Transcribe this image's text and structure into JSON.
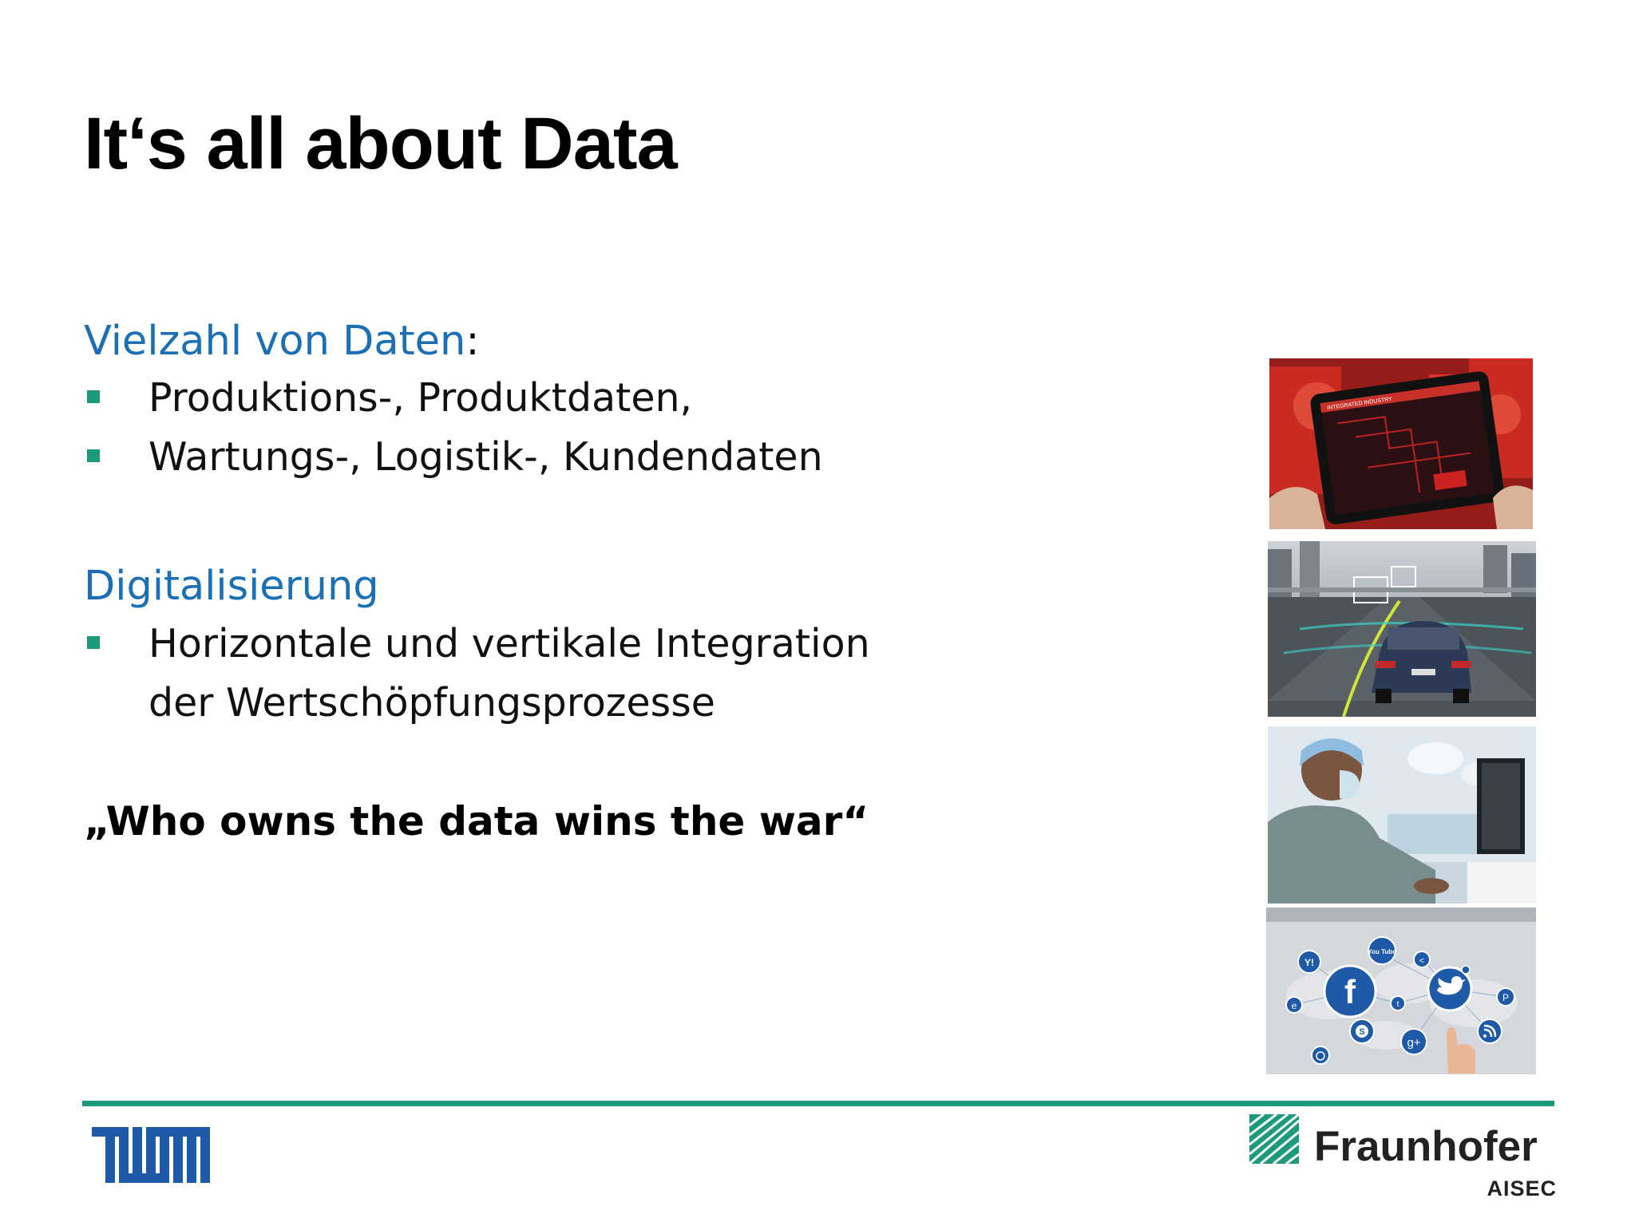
{
  "slide": {
    "title": "It‘s all about Data",
    "section1": {
      "heading": "Vielzahl von Daten",
      "colon": ":",
      "bullets": [
        "Produktions-,  Produktdaten,",
        "Wartungs-, Logistik-, Kundendaten"
      ]
    },
    "section2": {
      "heading": "Digitalisierung",
      "bullets": [
        "Horizontale und vertikale Integration",
        "der Wertschöpfungsprozesse"
      ]
    },
    "quote": "„Who owns the data wins the war“"
  },
  "images": [
    {
      "name": "industry-tablet-photo",
      "tablet_label": "INTEGRATED INDUSTRY"
    },
    {
      "name": "autonomous-car-photo"
    },
    {
      "name": "surgeon-computer-photo"
    },
    {
      "name": "social-media-network-photo",
      "icons": [
        "youtube-icon",
        "yahoo-icon",
        "facebook-icon",
        "share-icon",
        "twitter-icon",
        "pinterest-icon",
        "email-icon",
        "tumblr-icon",
        "skype-icon",
        "google-plus-icon",
        "rss-icon",
        "weibo-icon"
      ],
      "youtube_text": "You Tube",
      "yahoo_text": "Y!",
      "facebook_text": "f",
      "google_text": "g+",
      "skype_text": "S",
      "tumblr_text": "t",
      "pinterest_text": "P",
      "email_text": "e",
      "share_text": "<"
    }
  ],
  "footer": {
    "left_logo": "TUM",
    "right_logo_name": "Fraunhofer",
    "right_logo_sub": "AISEC",
    "accent_color": "#1b9a7c",
    "heading_color": "#1a6fb5"
  }
}
